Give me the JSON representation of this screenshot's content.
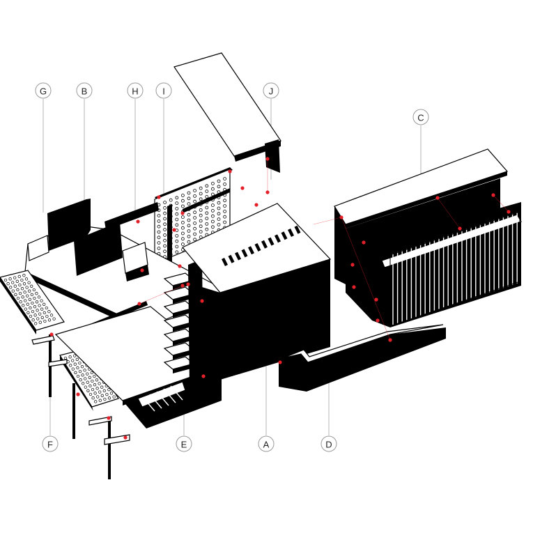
{
  "diagram": {
    "labels": [
      {
        "id": "G",
        "text": "G"
      },
      {
        "id": "B",
        "text": "B"
      },
      {
        "id": "H",
        "text": "H"
      },
      {
        "id": "I",
        "text": "I"
      },
      {
        "id": "J",
        "text": "J"
      },
      {
        "id": "C",
        "text": "C"
      },
      {
        "id": "F",
        "text": "F"
      },
      {
        "id": "E",
        "text": "E"
      },
      {
        "id": "A",
        "text": "A"
      },
      {
        "id": "D",
        "text": "D"
      }
    ],
    "colors": {
      "solid": "#000000",
      "paper": "#ffffff",
      "connection_dot": "#e4202a",
      "leader_line": "#b5b5b5"
    }
  }
}
